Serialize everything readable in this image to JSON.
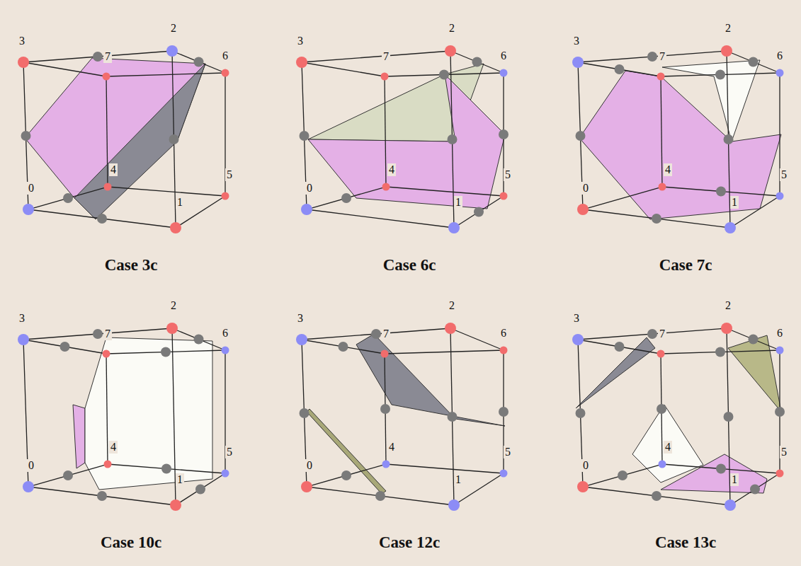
{
  "diagram": {
    "labels": [
      "3",
      "2",
      "6",
      "7",
      "0",
      "4",
      "5",
      "1",
      "Case 3c",
      "3",
      "2",
      "6",
      "7",
      "0",
      "4",
      "5",
      "1",
      "Case 6c",
      "3",
      "2",
      "6",
      "7",
      "0",
      "4",
      "5",
      "1",
      "Case 7c",
      "3",
      "2",
      "6",
      "7",
      "0",
      "4",
      "5",
      "1",
      "Case 10c",
      "3",
      "2",
      "6",
      "7",
      "0",
      "4",
      "5",
      "1",
      "Case 12c",
      "3",
      "2",
      "6",
      "7",
      "0",
      "4",
      "5",
      "1",
      "Case 13c"
    ]
  }
}
